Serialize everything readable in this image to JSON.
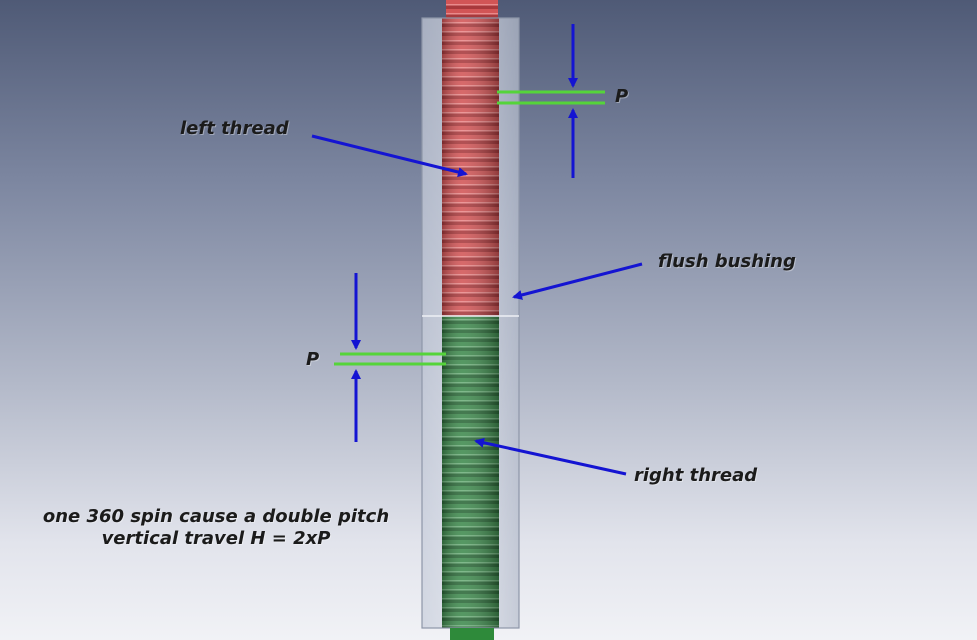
{
  "labels": {
    "left_thread": "left thread",
    "flush_bushing": "flush bushing",
    "right_thread": "right thread",
    "pitch_top": "P",
    "pitch_bottom": "P"
  },
  "note": {
    "line1": "one 360 spin cause a double pitch",
    "line2": "vertical travel H = 2xP"
  },
  "colors": {
    "left_thread": "#d9575a",
    "right_thread": "#3f8a4e",
    "bushing": "#d4d8e2",
    "arrow": "#1414d2",
    "pitch_marker": "#55d43a"
  }
}
